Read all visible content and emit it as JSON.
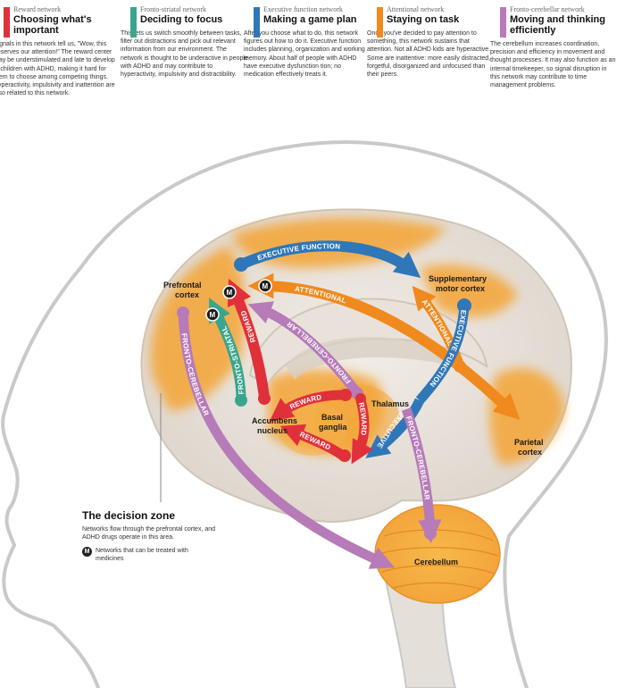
{
  "networks": [
    {
      "network": "Reward network",
      "title": "Choosing what's important",
      "color": "#e0303a",
      "body": "Signals in this network tell us, \"Wow, this deserves our attention!\" The reward center may be understimulated and late to develop in children with ADHD, making it hard for them to choose among competing things. Hyperactivity, impulsivity and inattention are also related to this network."
    },
    {
      "network": "Fronto-striatal network",
      "title": "Deciding to focus",
      "color": "#3aa58c",
      "body": "This lets us switch smoothly between tasks, filter out distractions and pick out relevant information from our environment. The network is thought to be underactive in people with ADHD and may contribute to hyperactivity, impulsivity and distractibility."
    },
    {
      "network": "Executive function network",
      "title": "Making a game plan",
      "color": "#2f77b8",
      "body": "After you choose what to do, this network figures out how to do it. Executive function includes planning, organization and working memory. About half of people with ADHD have executive dysfunction tion; no medication effectively treats it."
    },
    {
      "network": "Attentional network",
      "title": "Staying on task",
      "color": "#f08a1e",
      "body": "Once you've decided to pay attention to something, this network sustains that attention. Not all ADHD kids are hyperactive. Some are inattentive: more easily distracted, forgetful, disorganized and unfocused than their peers."
    },
    {
      "network": "Fronto-cerebellar network",
      "title": "Moving and thinking efficiently",
      "color": "#b67bb8",
      "body": "The cerebellum increases coordination, precision and efficiency in movement and thought processes. It may also function as an internal timekeeper, so signal disruption in this network may contribute to time management problems."
    }
  ],
  "arrows": {
    "executive_top": "EXECUTIVE FUNCTION",
    "attentional_top": "ATTENTIONAL",
    "attentional_right": "ATTENTIONAL",
    "executive_right": "EXECUTIVE FUNCTION",
    "executive_low": "EXECUTIVE",
    "reward_vertical": "REWARD",
    "reward_mid": "REWARD",
    "reward_right": "REWARD",
    "reward_bottom": "REWARD",
    "fronto_striatal": "FRONTO-STRIATAL",
    "fronto_cerebellar_left": "FRONTO-CEREBELLAR",
    "fronto_cerebellar_mid": "FRONTO-CEREBELLAR",
    "fronto_cerebellar_right": "FRONTO-CEREBELLAR"
  },
  "regions": {
    "prefrontal_1": "Prefrontal",
    "prefrontal_2": "cortex",
    "supplementary_1": "Supplementary",
    "supplementary_2": "motor cortex",
    "accumbens_1": "Accumbens",
    "accumbens_2": "nucleus",
    "basal_1": "Basal",
    "basal_2": "ganglia",
    "thalamus": "Thalamus",
    "parietal_1": "Parietal",
    "parietal_2": "cortex",
    "cerebellum": "Cerebellum"
  },
  "badge_letter": "M",
  "decision_zone": {
    "title": "The decision zone",
    "body": "Networks flow through the prefrontal cortex, and ADHD drugs operate in this area.",
    "key": "Networks that can be treated with medicines"
  }
}
